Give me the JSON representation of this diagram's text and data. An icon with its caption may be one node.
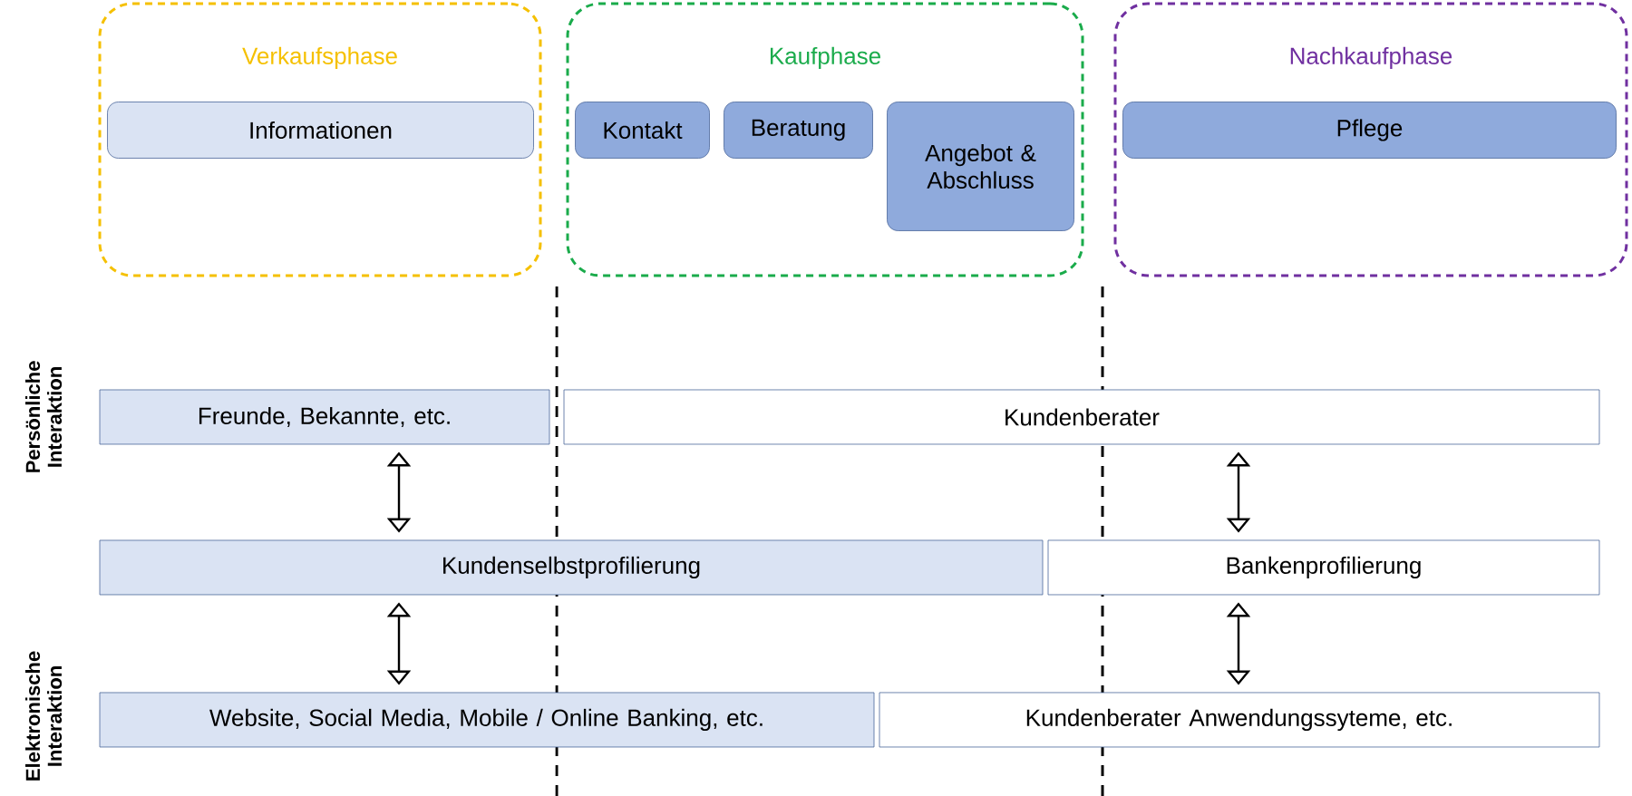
{
  "diagram": {
    "nodes": [
      {
        "text": [
          "Verkaufsphase"
        ]
      },
      {
        "text": [
          "Informationen"
        ],
        "in": 0
      },
      {
        "text": [
          "Kaufphase"
        ]
      },
      {
        "text": [
          "Kontakt"
        ],
        "in": 2
      },
      {
        "text": [
          "Beratung"
        ],
        "in": 2
      },
      {
        "text": [
          "Angebot & Abschluss"
        ],
        "in": 2
      },
      {
        "text": [
          "Nachkaufphase"
        ]
      },
      {
        "text": [
          "Pflege"
        ],
        "in": 6
      },
      {
        "text": [
          "Freunde, Bekannte, etc."
        ]
      },
      {
        "text": [
          "Kundenberater"
        ]
      },
      {
        "text": [
          "Kundenselbstprofilierung"
        ]
      },
      {
        "text": [
          "Bankenprofilierung"
        ]
      },
      {
        "text": [
          "Website, Social Media, Mobile / Online Banking, etc."
        ]
      },
      {
        "text": [
          "Kundenberater Anwendungssyteme, etc."
        ]
      }
    ],
    "edges": [
      {
        "from": 8,
        "to": 10,
        "arrow": "both"
      },
      {
        "from": 9,
        "to": 11,
        "arrow": "both"
      },
      {
        "from": 10,
        "to": 12,
        "arrow": "both"
      },
      {
        "from": 11,
        "to": 13,
        "arrow": "both"
      }
    ],
    "labels": [
      "Persönliche Interaktion",
      "Elektronische Interaktion"
    ]
  }
}
